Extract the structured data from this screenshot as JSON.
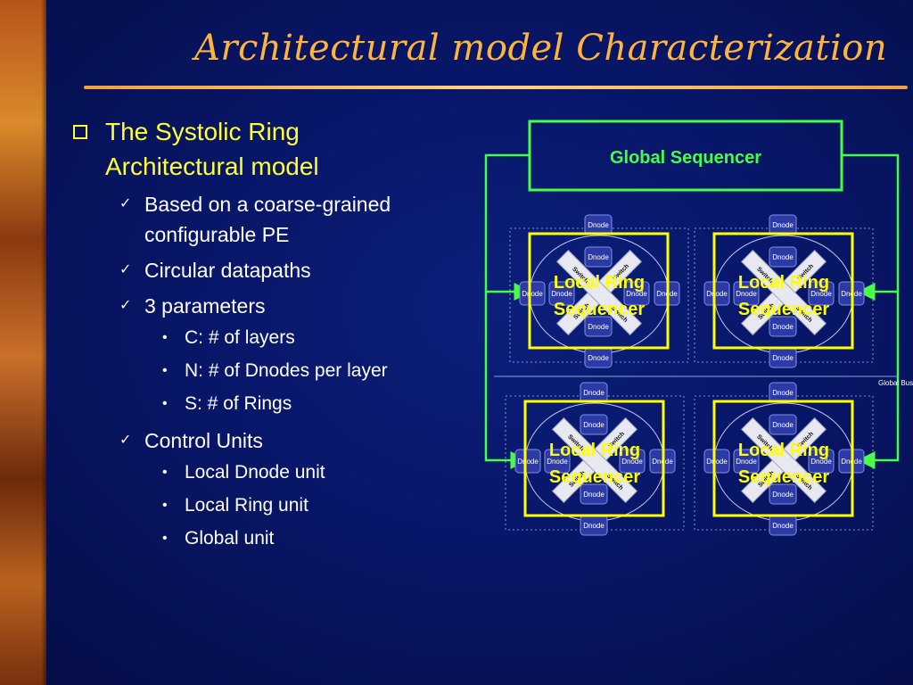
{
  "slide": {
    "title": "Architectural model Characterization"
  },
  "bullets": {
    "main": {
      "line1": "The Systolic Ring",
      "line2": "Architectural model"
    },
    "based_line1": "Based on a coarse-grained",
    "based_line2": "configurable PE",
    "circular": "Circular datapaths",
    "params": "3 parameters",
    "param_items": [
      "C: # of layers",
      "N: # of Dnodes per layer",
      "S: # of Rings"
    ],
    "control_units": "Control Units",
    "control_items": [
      "Local Dnode unit",
      "Local Ring unit",
      "Global unit"
    ]
  },
  "diagram": {
    "global_sequencer": "Global Sequencer",
    "local_line1": "Local Ring",
    "local_line2": "Sequencer",
    "dnode_label": "Dnode",
    "switch_label": "Switch",
    "global_bus": "Global Bus"
  },
  "colors": {
    "title": "#ffb43c",
    "bullet_main": "#ffff33",
    "green_line": "#44ff44",
    "yellow_box": "#ffff00",
    "dnode_fill": "#2c3aa8"
  }
}
